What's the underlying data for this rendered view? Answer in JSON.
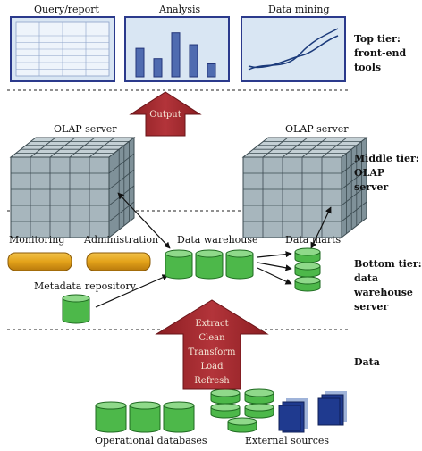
{
  "front_end_tools": [
    {
      "label": "Query/report"
    },
    {
      "label": "Analysis"
    },
    {
      "label": "Data mining"
    }
  ],
  "analysis_bars": [
    0.55,
    0.35,
    0.85,
    0.62,
    0.25
  ],
  "tiers": {
    "top": "Top tier:\nfront-end tools",
    "middle": "Middle tier:\nOLAP server",
    "bottom": "Bottom tier:\ndata warehouse\nserver",
    "data": "Data"
  },
  "labels": {
    "olap_server_left": "OLAP server",
    "olap_server_right": "OLAP server",
    "monitoring": "Monitoring",
    "administration": "Administration",
    "data_warehouse": "Data warehouse",
    "data_marts": "Data marts",
    "metadata_repository": "Metadata repository",
    "operational_databases": "Operational databases",
    "external_sources": "External sources"
  },
  "output_arrow": {
    "label": "Output"
  },
  "etl_arrow": {
    "steps": [
      "Extract",
      "Clean",
      "Transform",
      "Load",
      "Refresh"
    ]
  },
  "colors": {
    "screen_border": "#2b3a8c",
    "screen_fill": "#d9e6f3",
    "arrow_red": "#a3252a",
    "db_green": "#4db84a",
    "tool_orange": "#e3a21a",
    "cube_face": "#9fb0b8",
    "doc_blue": "#1f3a8f"
  }
}
